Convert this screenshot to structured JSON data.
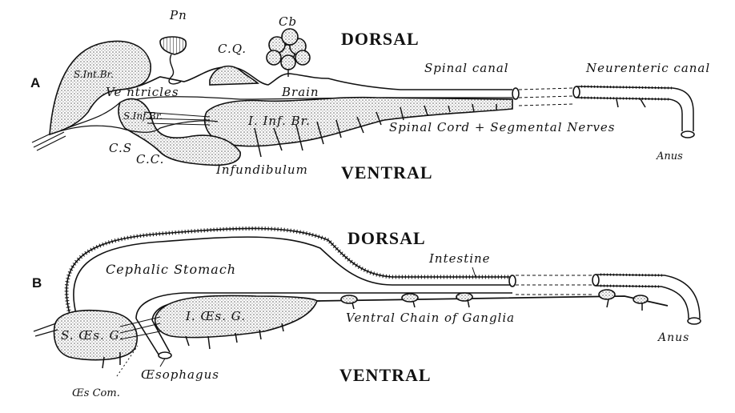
{
  "panels": {
    "a": "A",
    "b": "B"
  },
  "directions": {
    "dorsal_a": "DORSAL",
    "ventral_a": "VENTRAL",
    "dorsal_b": "DORSAL",
    "ventral_b": "VENTRAL"
  },
  "labels_a": {
    "pn": "Pn",
    "cq": "C.Q.",
    "cb": "Cb",
    "spinal_canal": "Spinal canal",
    "neurenteric_canal": "Neurenteric canal",
    "s_int_br": "S.Int.Br.",
    "ventricles": "Ve    ntricles",
    "brain": "Brain",
    "s_inf_br": "S.Inf.Br.",
    "i_inf_br": "I. Inf. Br.",
    "spinal_cord": "Spinal Cord + Segmental Nerves",
    "cs": "C.S",
    "cc": "C.C.",
    "infundibulum": "Infundibulum",
    "anus": "Anus"
  },
  "labels_b": {
    "cephalic_stomach": "Cephalic Stomach",
    "intestine": "Intestine",
    "s_oes_g": "S. Œs. G.",
    "i_oes_g": "I. Œs. G.",
    "ventral_chain": "Ventral Chain of Ganglia",
    "oesophagus": "Œsophagus",
    "oes_com": "Œs Com.",
    "anus": "Anus"
  },
  "colors": {
    "ink": "#111111",
    "stipple": "#9a9a9a",
    "paper": "#ffffff"
  }
}
